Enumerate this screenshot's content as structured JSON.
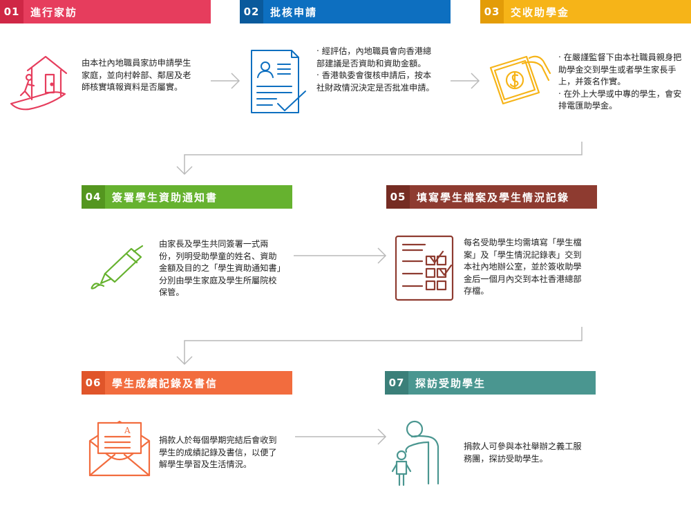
{
  "steps": [
    {
      "num": "01",
      "title": "進行家訪",
      "color": "#e63d5d",
      "color_dark": "#cf2746",
      "desc": [
        "由本社內地職員家訪申請學生家庭，並向村幹部、鄰居及老師核實填報資料是否屬實。"
      ]
    },
    {
      "num": "02",
      "title": "批核申請",
      "color": "#0d6fc0",
      "color_dark": "#0a5a9c",
      "desc": [
        "‧ 經評估，內地職員會向香港總部建議是否資助和資助金額。",
        "‧ 香港執委會復核申請后，按本社財政情況決定是否批准申請。"
      ]
    },
    {
      "num": "03",
      "title": "交收助學金",
      "color": "#f6b418",
      "color_dark": "#e39c08",
      "desc": [
        "‧ 在嚴謹監督下由本社職員親身把助學金交到學生或者學生家長手上，并簽名作實。",
        "‧ 在外上大學或中專的學生，會安排電匯助學金。"
      ]
    },
    {
      "num": "04",
      "title": "簽署學生資助通知書",
      "color": "#66b22f",
      "color_dark": "#54961f",
      "desc": [
        "由家長及學生共同簽署一式兩份，列明受助學童的姓名、資助金額及目的之「學生資助通知書」分別由學生家庭及學生所屬院校保管。"
      ]
    },
    {
      "num": "05",
      "title": "填寫學生檔案及學生情況記錄",
      "color": "#8e3b30",
      "color_dark": "#752c23",
      "desc": [
        "每名受助學生均需填寫「學生檔案」及「學生情況記錄表」交到本社內地辦公室，並於簽收助學金后一個月內交到本社香港總部存檔。"
      ]
    },
    {
      "num": "06",
      "title": "學生成績記錄及書信",
      "color": "#f26c3e",
      "color_dark": "#e0552a",
      "desc": [
        "捐款人於每個學期完結后會收到學生的成績記錄及書信，以便了解學生學習及生活情況。"
      ]
    },
    {
      "num": "07",
      "title": "探訪受助學生",
      "color": "#4a9690",
      "color_dark": "#3b7f79",
      "desc": [
        "捐款人可參與本社舉辦之義工服務團，探訪受助學生。"
      ]
    }
  ],
  "icon_letter": "A",
  "colors": {
    "connector": "#b9b9b9",
    "text": "#222222"
  }
}
